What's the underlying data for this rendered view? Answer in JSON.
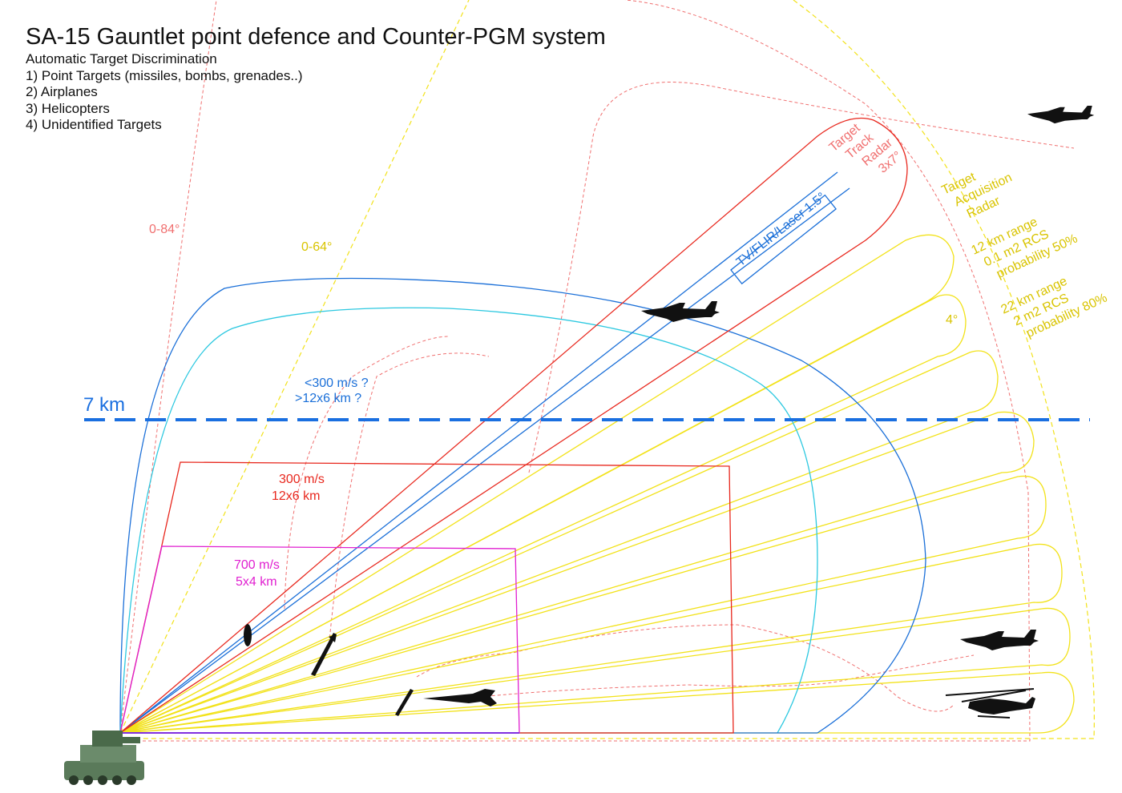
{
  "header": {
    "title": "SA-15 Gauntlet point defence and Counter-PGM system",
    "subtitle": "Automatic Target Discrimination",
    "items": [
      "1) Point Targets (missiles, bombs, grenades..)",
      "2) Airplanes",
      "3) Helicopters",
      "4) Unidentified Targets"
    ]
  },
  "labels": {
    "angle_84": "0-84°",
    "angle_64": "0-64°",
    "distance_7km": "7 km",
    "unknown_speed": "<300 m/s ?",
    "unknown_range": ">12x6 km ?",
    "box_red_speed": "300 m/s",
    "box_red_range": "12x6 km",
    "box_mag_speed": "700 m/s",
    "box_mag_range": "5x4 km",
    "laser": "TV/FLIR/Laser 1.5°",
    "track_radar": [
      "Target",
      "Track",
      "Radar",
      "3x7°"
    ],
    "acq_radar": [
      "Target",
      "Acquisition",
      "Radar"
    ],
    "acq_12km": [
      "12 km range",
      "0.1 m2 RCS",
      "probability 50%"
    ],
    "acq_22km": [
      "22 km range",
      "2 m2 RCS",
      "probability 80%"
    ],
    "beam_angle": "4°"
  },
  "colors": {
    "red": "#e8281e",
    "pink": "#f07070",
    "yellow": "#f2e21a",
    "label_yellow": "#d9c400",
    "blue": "#1a6fd8",
    "cyan": "#2cc8e0",
    "magenta": "#e020d0",
    "dash_blue": "#1a6fe0",
    "silhouette": "#111111",
    "tank": "#5a7a5a"
  },
  "icons": {
    "jet": "fighter-jet-icon",
    "helicopter": "attack-helicopter-icon",
    "missile": "missile-icon",
    "bomb": "bomb-icon",
    "cruise_missile": "cruise-missile-icon",
    "tank": "sa15-vehicle-icon"
  }
}
